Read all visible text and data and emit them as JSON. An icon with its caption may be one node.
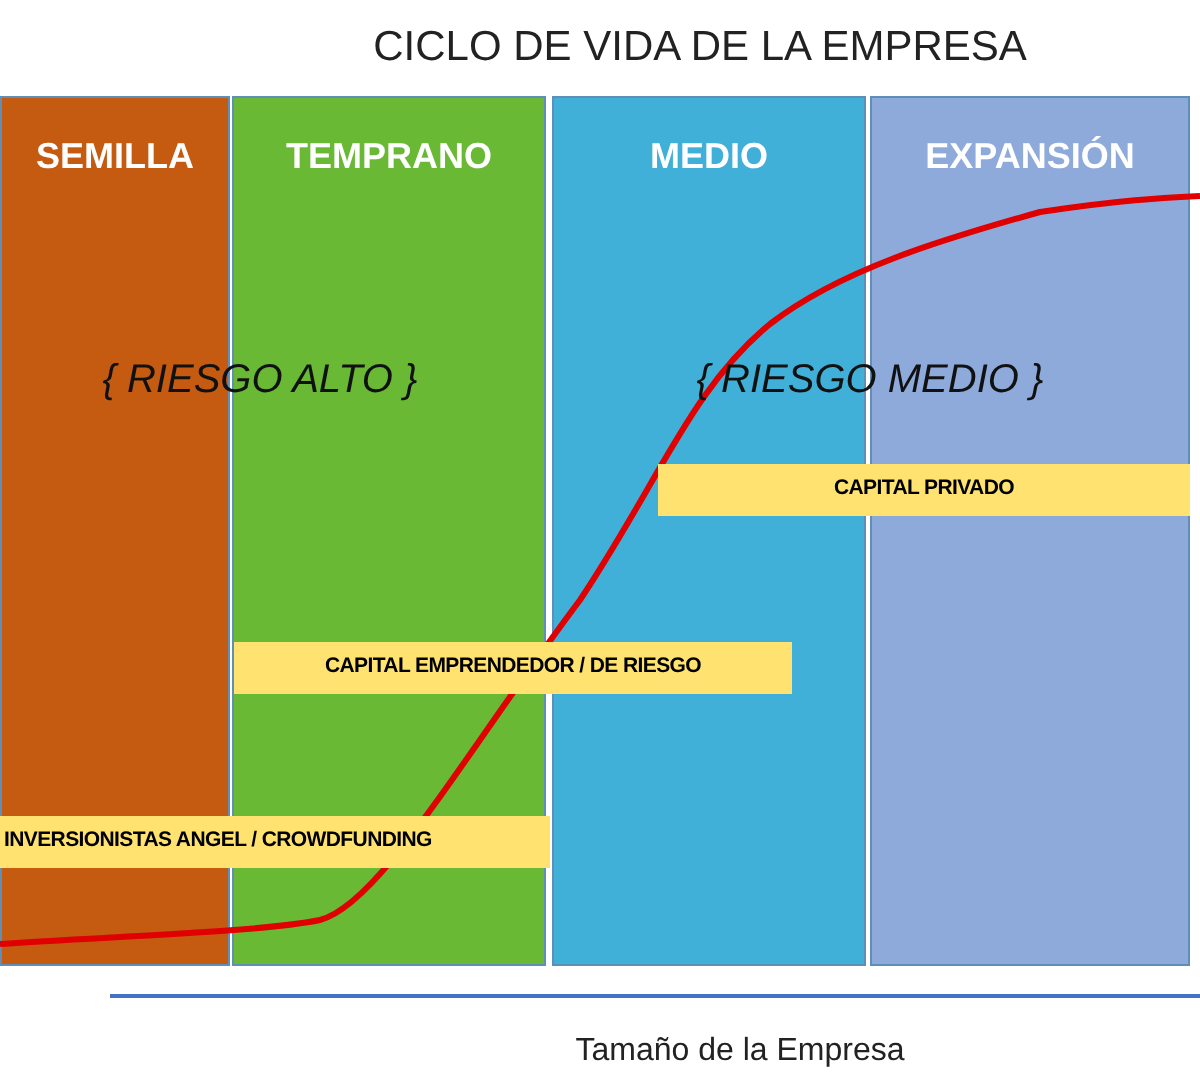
{
  "diagram": {
    "title": "CICLO DE VIDA DE LA EMPRESA",
    "nodes": [
      {
        "text": [
          "SEMILLA"
        ]
      },
      {
        "text": [
          "TEMPRANO"
        ]
      },
      {
        "text": [
          "MEDIO"
        ]
      },
      {
        "text": [
          "EXPANSIÓN"
        ]
      },
      {
        "text": [
          "CAPITAL PRIVADO"
        ]
      },
      {
        "text": [
          "CAPITAL EMPRENDEDOR / DE RIESGO"
        ]
      },
      {
        "text": [
          "INVERSIONISTAS ANGEL / CROWDFUNDING"
        ]
      }
    ],
    "edges": [],
    "labels": [
      "{ RIESGO ALTO }",
      "{ RIESGO MEDIO }",
      "Tamaño de la Empresa"
    ]
  }
}
